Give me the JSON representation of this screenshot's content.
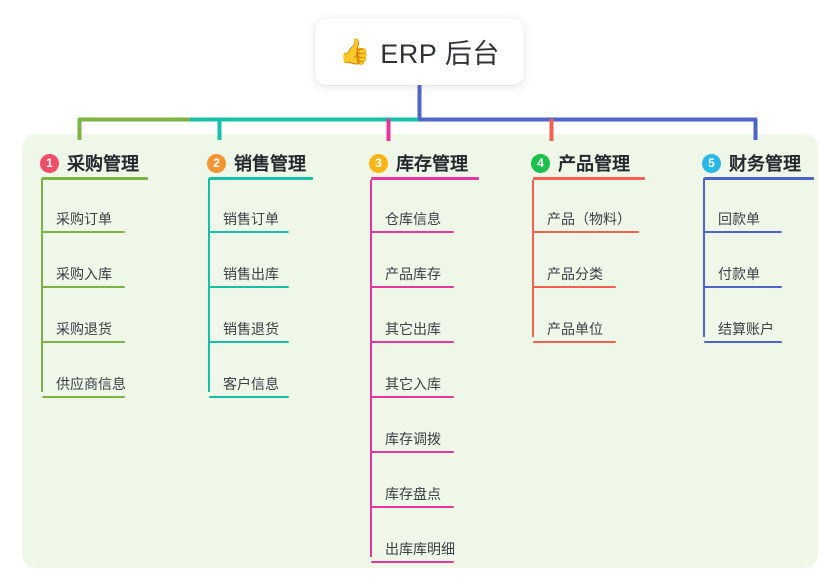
{
  "root": {
    "icon": "thumbs-up-icon",
    "icon_glyph": "👍",
    "title": "ERP 后台"
  },
  "panel": {
    "background_color": "#eff7e9"
  },
  "columns": [
    {
      "number": "1",
      "title": "采购管理",
      "badge_color": "#ef4d68",
      "line_color": "#7cb342",
      "items": [
        {
          "label": "采购订单"
        },
        {
          "label": "采购入库"
        },
        {
          "label": "采购退货"
        },
        {
          "label": "供应商信息"
        }
      ]
    },
    {
      "number": "2",
      "title": "销售管理",
      "badge_color": "#f79432",
      "line_color": "#18bfa8",
      "items": [
        {
          "label": "销售订单"
        },
        {
          "label": "销售出库"
        },
        {
          "label": "销售退货"
        },
        {
          "label": "客户信息"
        }
      ]
    },
    {
      "number": "3",
      "title": "库存管理",
      "badge_color": "#f9b515",
      "line_color": "#e8379c",
      "items": [
        {
          "label": "仓库信息"
        },
        {
          "label": "产品库存"
        },
        {
          "label": "其它出库"
        },
        {
          "label": "其它入库"
        },
        {
          "label": "库存调拨"
        },
        {
          "label": "库存盘点"
        },
        {
          "label": "出库库明细"
        }
      ]
    },
    {
      "number": "4",
      "title": "产品管理",
      "badge_color": "#1bbf4c",
      "line_color": "#f4604f",
      "items": [
        {
          "label": "产品（物料）"
        },
        {
          "label": "产品分类"
        },
        {
          "label": "产品单位"
        }
      ]
    },
    {
      "number": "5",
      "title": "财务管理",
      "badge_color": "#29b6e8",
      "line_color": "#4e64c8",
      "items": [
        {
          "label": "回款单"
        },
        {
          "label": "付款单"
        },
        {
          "label": "结算账户"
        }
      ]
    }
  ],
  "connectors": {
    "trunk_color": "#4e64c8",
    "bus_segments": [
      {
        "color": "#7cb342"
      },
      {
        "color": "#18bfa8"
      },
      {
        "color": "#4e64c8"
      }
    ],
    "drop_colors": [
      "#7cb342",
      "#18bfa8",
      "#e8379c",
      "#f4604f",
      "#4e64c8"
    ]
  }
}
